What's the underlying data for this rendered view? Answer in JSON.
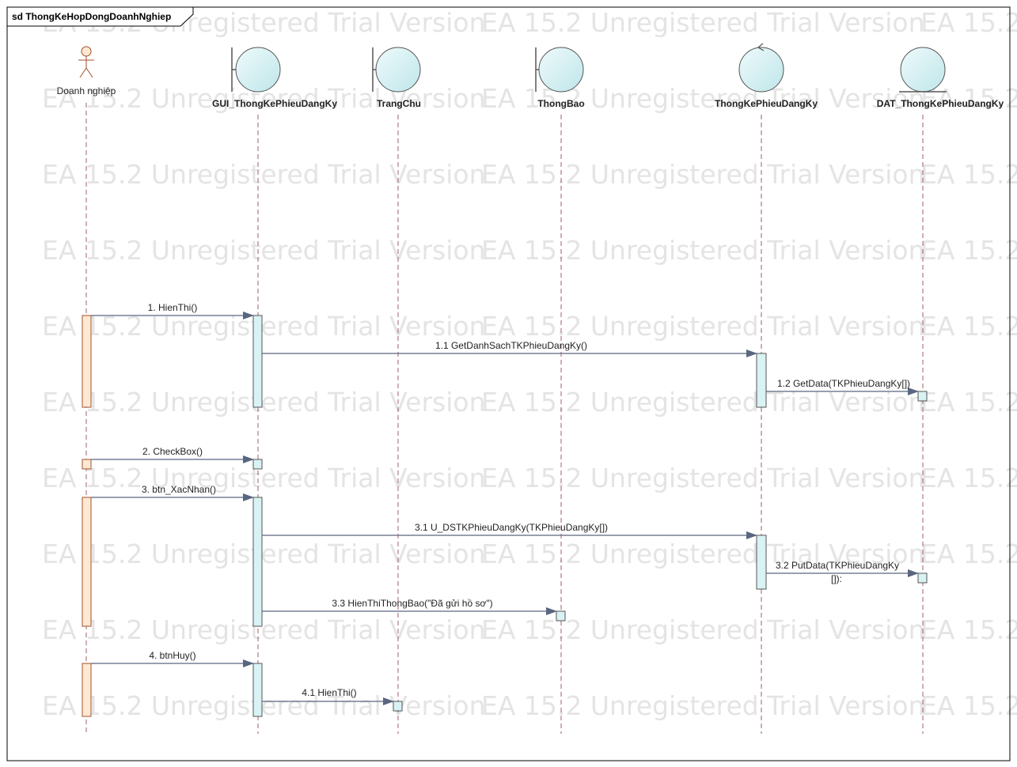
{
  "frame": {
    "title": "sd ThongKeHopDongDoanhNghiep"
  },
  "watermark": {
    "text": "EA 15.2 Unregistered Trial Version"
  },
  "lifelines": [
    {
      "id": "actor",
      "type": "actor",
      "label": "Doanh nghiệp"
    },
    {
      "id": "gui",
      "type": "boundary",
      "label": "GUI_ThongKePhieuDangKy"
    },
    {
      "id": "trangchu",
      "type": "boundary",
      "label": "TrangChu"
    },
    {
      "id": "thongbao",
      "type": "boundary",
      "label": "ThongBao"
    },
    {
      "id": "ctrl",
      "type": "control",
      "label": "ThongKePhieuDangKy"
    },
    {
      "id": "dat",
      "type": "entity",
      "label": "DAT_ThongKePhieuDangKy"
    }
  ],
  "messages": [
    {
      "label": "1. HienThi()"
    },
    {
      "label": "1.1 GetDanhSachTKPhieuDangKy()"
    },
    {
      "label": "1.2 GetData(TKPhieuDangKy[])"
    },
    {
      "label": "2. CheckBox()"
    },
    {
      "label": "3. btn_XacNhan()"
    },
    {
      "label": "3.1 U_DSTKPhieuDangKy(TKPhieuDangKy[])"
    },
    {
      "label": "3.2 PutData(TKPhieuDangKy",
      "label2": "[]):"
    },
    {
      "label": "3.3 HienThiThongBao(\"Đã gửi hồ sơ\")"
    },
    {
      "label": "4. btnHuy()"
    },
    {
      "label": "4.1 HienThi()"
    }
  ],
  "colors": {
    "actor_fill": "#fde9d3",
    "actor_stroke": "#a0522d",
    "object_fill": "#d9f2f4",
    "object_stroke": "#555555",
    "lifeline": "#a06060",
    "arrow": "#5a6680",
    "watermark": "#e4e4e4"
  }
}
